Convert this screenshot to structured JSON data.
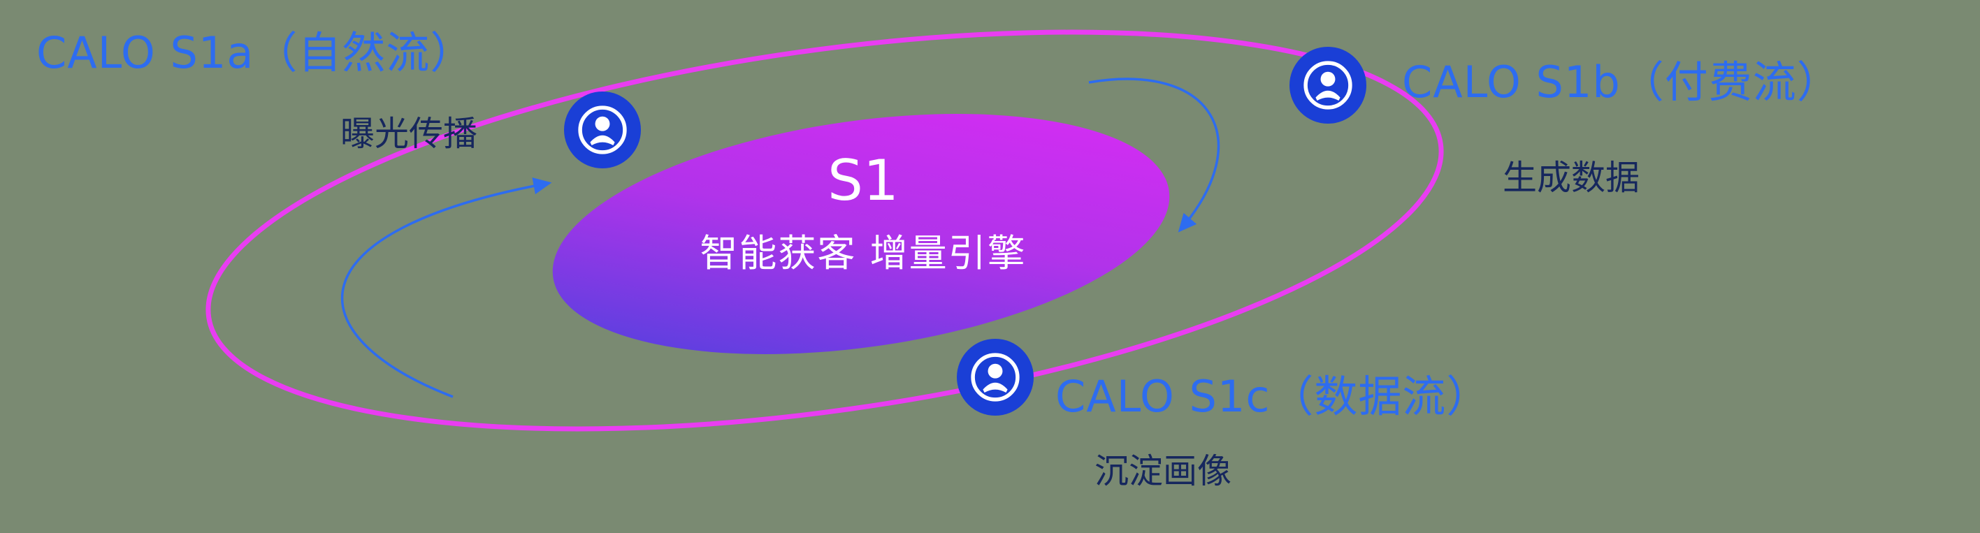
{
  "background_color": "#7a8a72",
  "colors": {
    "label_blue": "#2d6cf0",
    "sublabel_navy": "#16275e",
    "orbit_magenta": "#e93df2",
    "icon_blue": "#1a3fd6",
    "center_gradient_start": "#4343dc",
    "center_gradient_mid": "#b133ea",
    "center_gradient_end": "#d92cf4",
    "arrow_blue": "#2d6cf0",
    "center_text": "#ffffff"
  },
  "center": {
    "title": "S1",
    "subtitle": "智能获客  增量引擎"
  },
  "nodes": {
    "s1a": {
      "label": "CALO S1a（自然流）",
      "sublabel": "曝光传播"
    },
    "s1b": {
      "label": "CALO S1b（付费流）",
      "sublabel": "生成数据"
    },
    "s1c": {
      "label": "CALO S1c（数据流）",
      "sublabel": "沉淀画像"
    }
  },
  "icons": {
    "type": "user-in-circle",
    "count": 3
  }
}
